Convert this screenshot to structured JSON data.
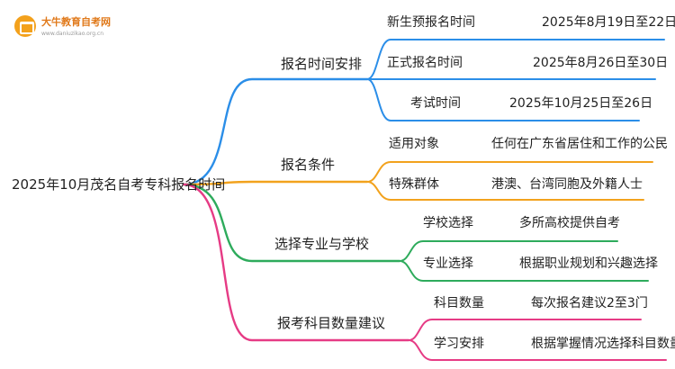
{
  "logo": {
    "name": "大牛教育自考网",
    "url": "www.daniuzikao.org.cn"
  },
  "root": {
    "label": "2025年10月茂名自考专科报名时间"
  },
  "colors": {
    "blue": "#2b8ee8",
    "orange": "#f2a21d",
    "green": "#2eab5c",
    "pink": "#e63b85"
  },
  "branches": [
    {
      "label": "报名时间安排",
      "color": "blue",
      "leaves": [
        {
          "label": "新生预报名时间",
          "value": "2025年8月19日至22日"
        },
        {
          "label": "正式报名时间",
          "value": "2025年8月26日至30日"
        },
        {
          "label": "考试时间",
          "value": "2025年10月25日至26日"
        }
      ]
    },
    {
      "label": "报名条件",
      "color": "orange",
      "leaves": [
        {
          "label": "适用对象",
          "value": "任何在广东省居住和工作的公民"
        },
        {
          "label": "特殊群体",
          "value": "港澳、台湾同胞及外籍人士"
        }
      ]
    },
    {
      "label": "选择专业与学校",
      "color": "green",
      "leaves": [
        {
          "label": "学校选择",
          "value": "多所高校提供自考"
        },
        {
          "label": "专业选择",
          "value": "根据职业规划和兴趣选择"
        }
      ]
    },
    {
      "label": "报考科目数量建议",
      "color": "pink",
      "leaves": [
        {
          "label": "科目数量",
          "value": "每次报名建议2至3门"
        },
        {
          "label": "学习安排",
          "value": "根据掌握情况选择科目数量"
        }
      ]
    }
  ]
}
